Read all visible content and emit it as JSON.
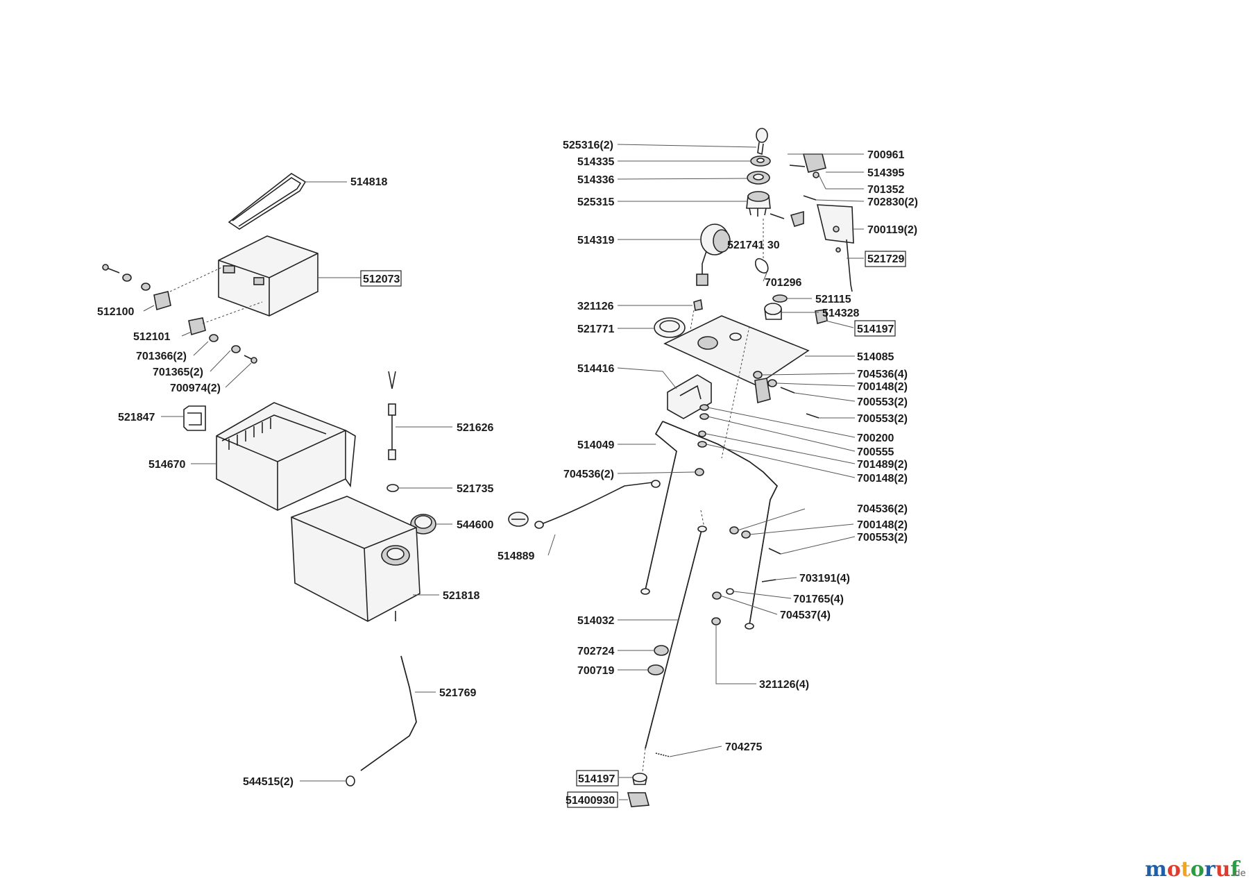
{
  "watermark": {
    "brand_letters": [
      "m",
      "o",
      "t",
      "o",
      "r",
      "u",
      "f"
    ],
    "brand_colors": [
      "#1f5fa8",
      "#e23b2e",
      "#f2a51a",
      "#2a9b3f",
      "#1f5fa8",
      "#e23b2e",
      "#2a9b3f"
    ],
    "tld": ".de"
  },
  "labels": [
    "514818",
    "512073",
    "512100",
    "512101",
    "701366(2)",
    "701365(2)",
    "700974(2)",
    "521847",
    "514670",
    "521626",
    "521735",
    "544600",
    "521818",
    "521769",
    "544515(2)",
    "525316(2)",
    "514335",
    "514336",
    "525315",
    "514319",
    "521741 30",
    "700961",
    "514395",
    "701352",
    "702830(2)",
    "700119(2)",
    "521729",
    "701296",
    "321126",
    "521115",
    "514328",
    "514197",
    "521771",
    "514085",
    "514416",
    "704536(4)",
    "700148(2)",
    "700553(2)",
    "700553(2)",
    "700200",
    "514049",
    "700555",
    "701489(2)",
    "704536(2)",
    "700148(2)",
    "514889",
    "704536(2)",
    "700148(2)",
    "700553(2)",
    "703191(4)",
    "701765(4)",
    "704537(4)",
    "514032",
    "702724",
    "700719",
    "321126(4)",
    "704275",
    "514197",
    "51400930"
  ]
}
